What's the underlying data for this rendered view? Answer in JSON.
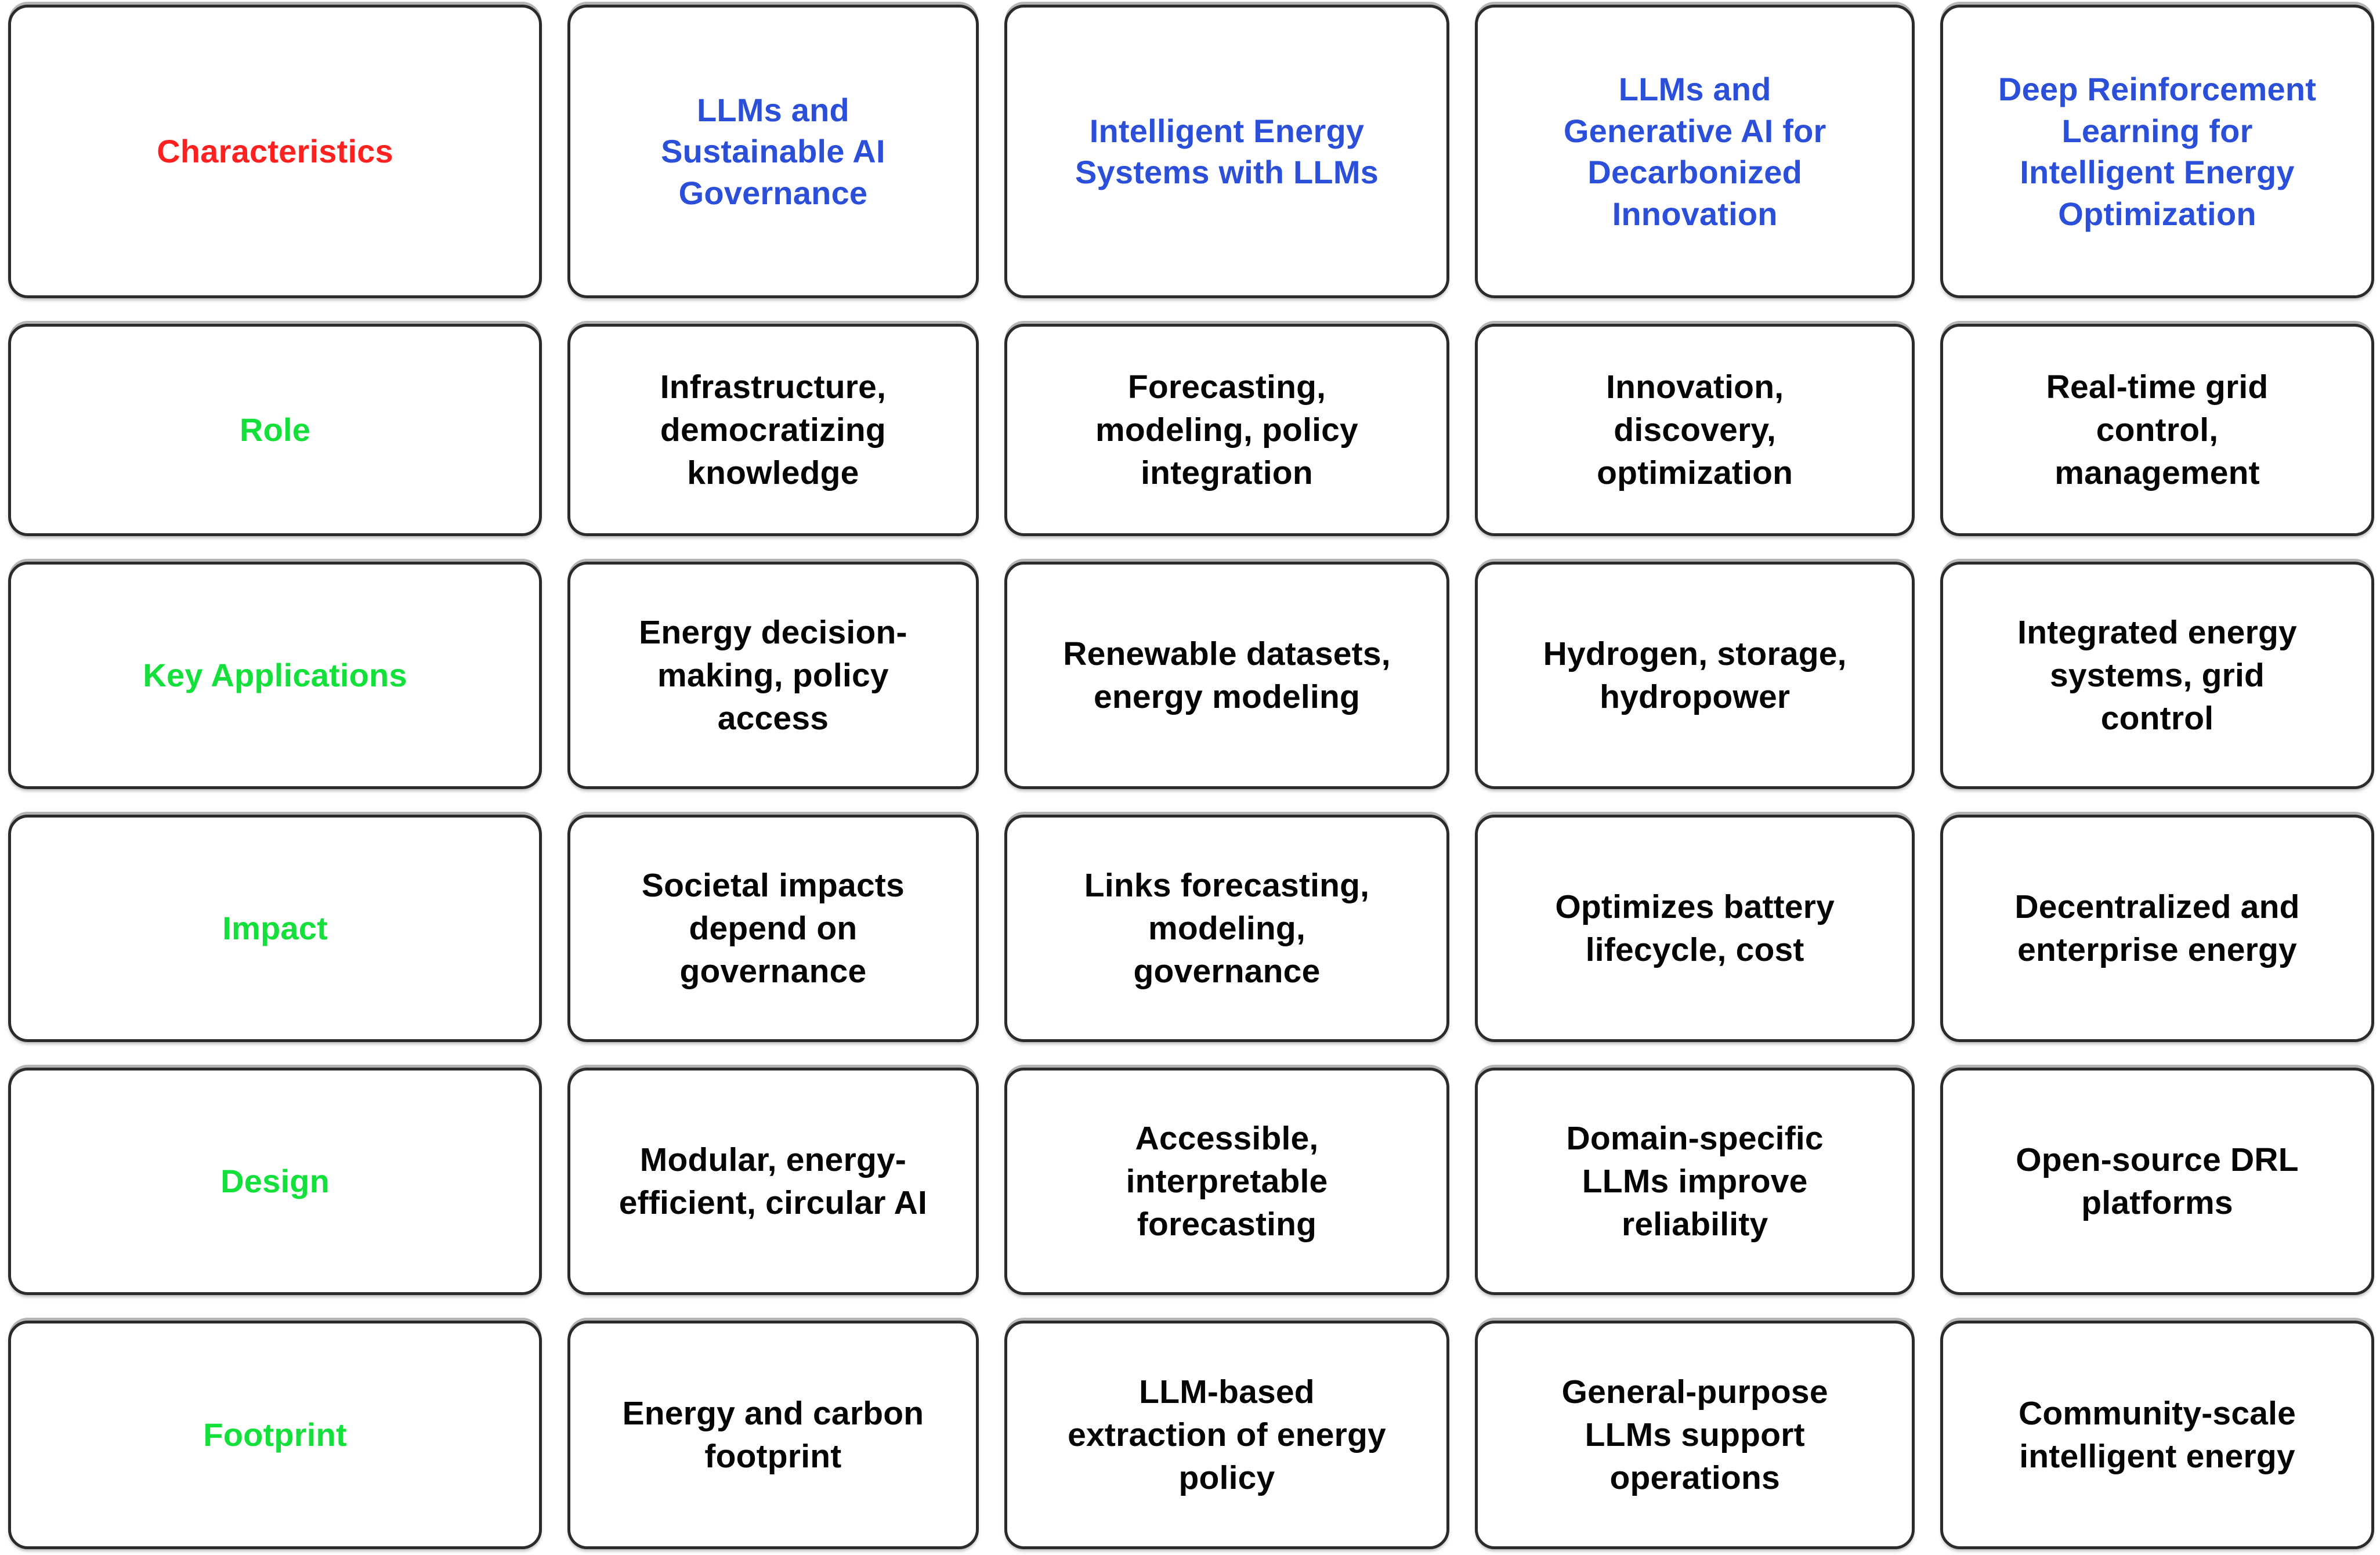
{
  "table": {
    "corner_label": "Characteristics",
    "corner_color": "#ff2020",
    "header_color": "#2b4fd8",
    "row_label_color": "#13e03a",
    "body_text_color": "#050505",
    "card_border_color": "#2b2b2b",
    "background_color": "#ffffff",
    "columns": [
      "LLMs and\nSustainable AI\nGovernance",
      "Intelligent Energy\nSystems with LLMs",
      "LLMs and\nGenerative AI for\nDecarbonized\nInnovation",
      "Deep Reinforcement\nLearning for\nIntelligent  Energy\nOptimization"
    ],
    "rows": [
      {
        "label": "Role",
        "cells": [
          "Infrastructure,\ndemocratizing\nknowledge",
          "Forecasting,\nmodeling, policy\nintegration",
          "Innovation,\ndiscovery,\noptimization",
          "Real-time grid\ncontrol,\nmanagement"
        ]
      },
      {
        "label": "Key Applications",
        "cells": [
          "Energy decision-\nmaking, policy\naccess",
          "Renewable datasets,\nenergy modeling",
          "Hydrogen, storage,\nhydropower",
          "Integrated energy\nsystems, grid\ncontrol"
        ]
      },
      {
        "label": "Impact",
        "cells": [
          "Societal impacts\ndepend on\ngovernance",
          "Links forecasting,\nmodeling,\ngovernance",
          "Optimizes battery\nlifecycle, cost",
          "Decentralized and\nenterprise energy"
        ]
      },
      {
        "label": "Design",
        "cells": [
          "Modular, energy-\nefficient, circular AI",
          "Accessible,\ninterpretable\nforecasting",
          "Domain-specific\nLLMs improve\nreliability",
          "Open-source DRL\nplatforms"
        ]
      },
      {
        "label": "Footprint",
        "cells": [
          "Energy and carbon\nfootprint",
          "LLM-based\nextraction of energy\npolicy",
          "General-purpose\nLLMs support\noperations",
          "Community-scale\nintelligent energy"
        ]
      }
    ]
  }
}
